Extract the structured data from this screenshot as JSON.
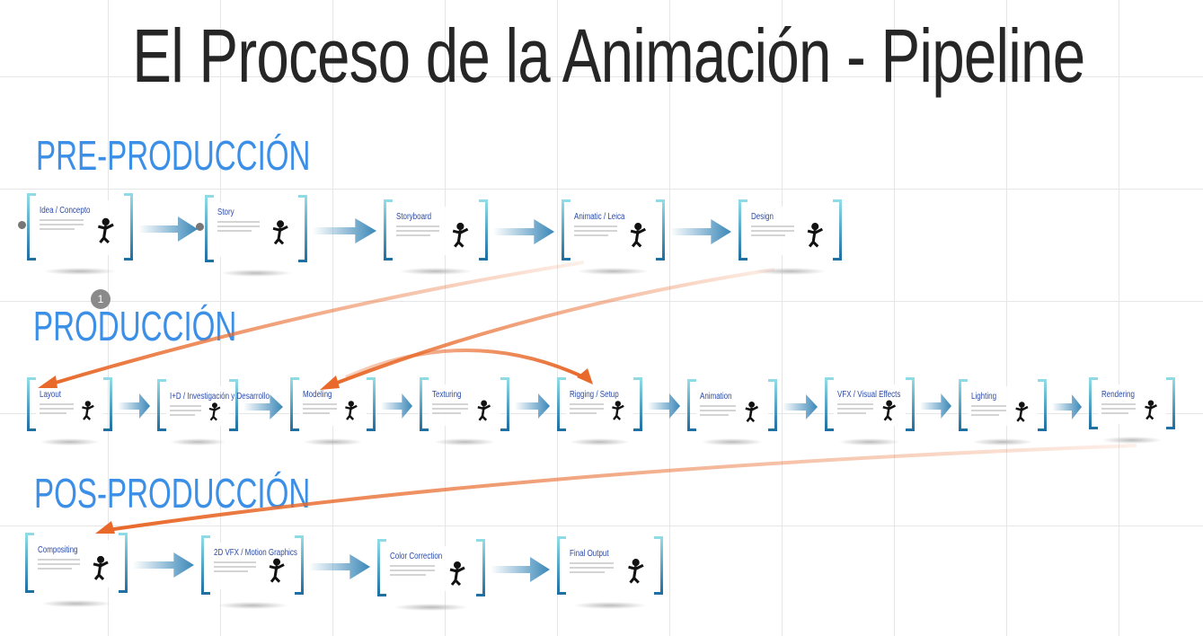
{
  "title": "El Proceso de la Animación - Pipeline",
  "sections": {
    "pre": "PRE-PRODUCCIÓN",
    "prod": "PRODUCCIÓN",
    "post": "POS-PRODUCCIÓN"
  },
  "badge": "1",
  "colors": {
    "section": "#3b8fe6",
    "link_arrow": "#e8692a",
    "step_arrow": "#3a87b8",
    "bracket_top": "#8fdce6",
    "bracket_bottom": "#1f6fa3"
  },
  "pre_production": [
    {
      "title": "Idea / Concepto",
      "icon": "bed-figure-icon"
    },
    {
      "title": "Story",
      "icon": "crowd-icon"
    },
    {
      "title": "Storyboard",
      "icon": "storyboard-icon"
    },
    {
      "title": "Animatic / Leica",
      "icon": "presentation-icon"
    },
    {
      "title": "Design",
      "icon": "designers-icon"
    }
  ],
  "production": [
    {
      "title": "Layout",
      "icon": "figure-icon"
    },
    {
      "title": "I+D / Investigación y Desarrollo",
      "icon": "figure-icon"
    },
    {
      "title": "Modeling",
      "icon": "sculptor-icon"
    },
    {
      "title": "Texturing",
      "icon": "painter-icon"
    },
    {
      "title": "Rigging / Setup",
      "icon": "puppet-icon"
    },
    {
      "title": "Animation",
      "icon": "rabbit-icon"
    },
    {
      "title": "VFX / Visual Effects",
      "icon": "fire-icon"
    },
    {
      "title": "Lighting",
      "icon": "camera-operator-icon"
    },
    {
      "title": "Rendering",
      "icon": "camera-operator-icon"
    }
  ],
  "post_production": [
    {
      "title": "Compositing",
      "icon": "workstation-icon"
    },
    {
      "title": "2D VFX / Motion Graphics",
      "icon": "workstation-icon"
    },
    {
      "title": "Color Correction",
      "icon": "workstation-icon"
    },
    {
      "title": "Final Output",
      "icon": "film-frame-icon"
    }
  ]
}
